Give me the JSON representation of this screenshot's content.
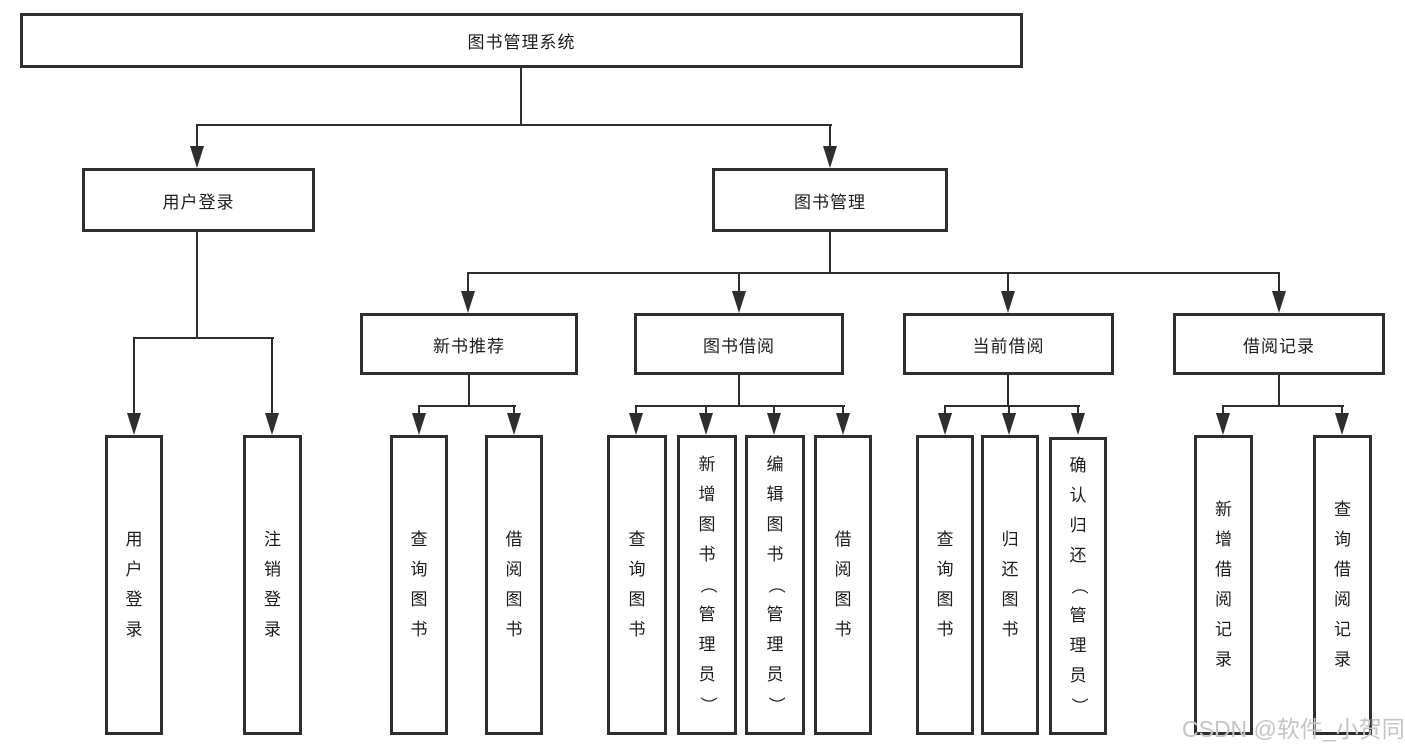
{
  "nodes": {
    "root": "图书管理系统",
    "user_login": "用户登录",
    "book_mgmt": "图书管理",
    "login": "用户登录",
    "logout": "注销登录",
    "new_book_rec": "新书推荐",
    "book_borrow": "图书借阅",
    "current_borrow": "当前借阅",
    "borrow_record": "借阅记录",
    "nb_query_book": "查询图书",
    "nb_borrow_book": "借阅图书",
    "bb_query_book": "查询图书",
    "bb_add_book": "新增图书（管理员）",
    "bb_edit_book": "编辑图书（管理员）",
    "bb_borrow_book": "借阅图书",
    "cb_query_book": "查询图书",
    "cb_return_book": "归还图书",
    "cb_confirm_return": "确认归还（管理员）",
    "br_add_record": "新增借阅记录",
    "br_query_record": "查询借阅记录"
  },
  "watermark": "CSDN @软件_小贺同学",
  "colors": {
    "line": "#2e2e2e",
    "text": "#1d1d1d",
    "watermark": "#c5c5c5",
    "background": "#ffffff"
  }
}
